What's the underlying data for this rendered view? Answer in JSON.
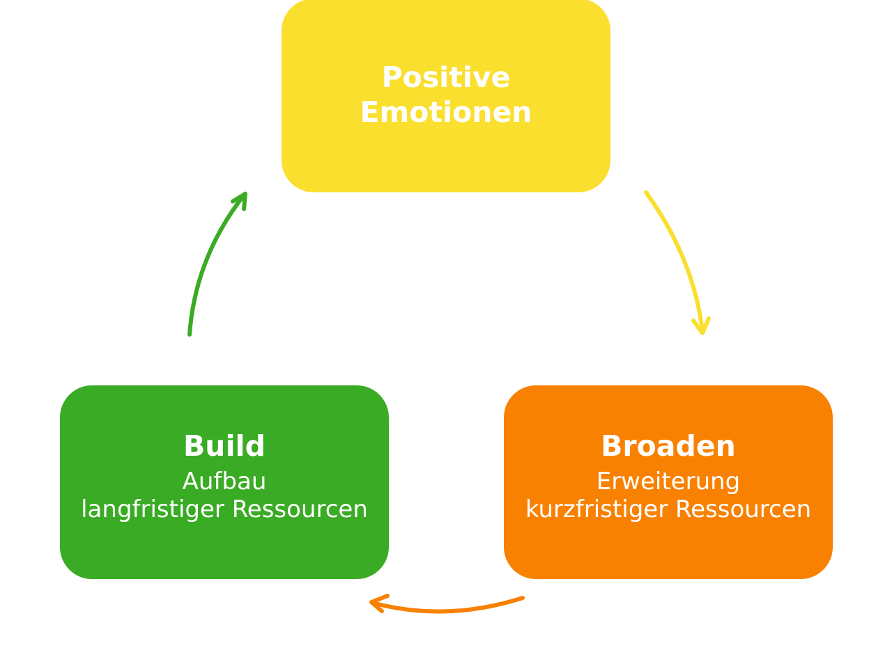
{
  "nodes": {
    "positive": {
      "title_line1": "Positive",
      "title_line2": "Emotionen",
      "color": "#fadf2f"
    },
    "build": {
      "title": "Build",
      "subtitle_line1": "Aufbau",
      "subtitle_line2": "langfristiger Ressourcen",
      "color": "#3aab24"
    },
    "broaden": {
      "title": "Broaden",
      "subtitle_line1": "Erweiterung",
      "subtitle_line2": "kurzfristiger Ressourcen",
      "color": "#f98102"
    }
  },
  "arrows": {
    "positive_to_broaden": {
      "color": "#fadf2f"
    },
    "broaden_to_build": {
      "color": "#f98102"
    },
    "build_to_positive": {
      "color": "#3aab24"
    }
  }
}
